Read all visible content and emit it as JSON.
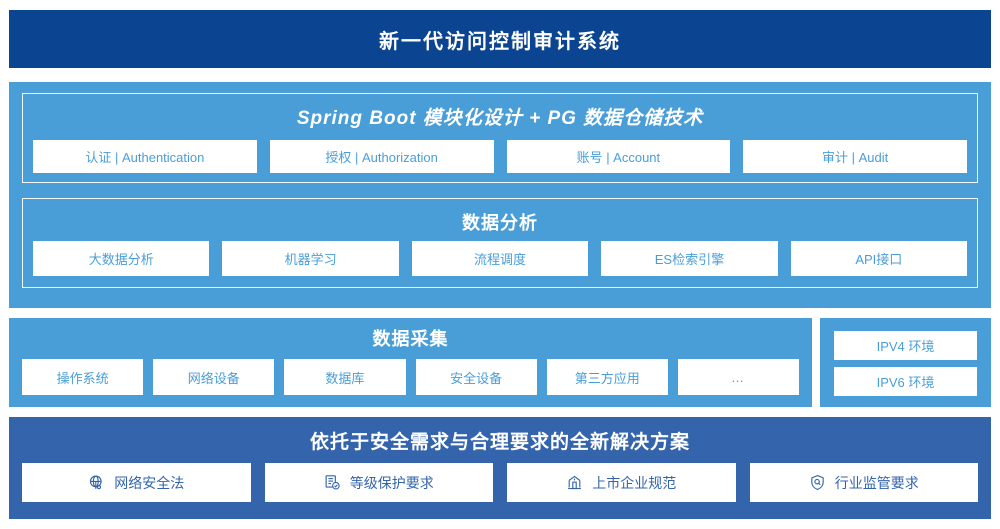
{
  "header": {
    "title": "新一代访问控制审计系统",
    "bg_color": "#0b4490"
  },
  "colors": {
    "light_blue": "#4a9ed8",
    "dark_blue": "#3465ac",
    "navy": "#0b4490",
    "chip_bg": "#ffffff"
  },
  "sections": {
    "platform": {
      "title": "Spring Boot 模块化设计 + PG 数据仓储技术",
      "items": [
        {
          "label": "认证 | Authentication"
        },
        {
          "label": "授权 | Authorization"
        },
        {
          "label": "账号 | Account"
        },
        {
          "label": "审计 | Audit"
        }
      ]
    },
    "analysis": {
      "title": "数据分析",
      "items": [
        {
          "label": "大数据分析"
        },
        {
          "label": "机器学习"
        },
        {
          "label": "流程调度"
        },
        {
          "label": "ES检索引擎"
        },
        {
          "label": "API接口"
        }
      ]
    },
    "collection": {
      "title": "数据采集",
      "items": [
        {
          "label": "操作系统"
        },
        {
          "label": "网络设备"
        },
        {
          "label": "数据库"
        },
        {
          "label": "安全设备"
        },
        {
          "label": "第三方应用"
        },
        {
          "label": "…"
        }
      ]
    },
    "environment": {
      "items": [
        {
          "label": "IPV4 环境"
        },
        {
          "label": "IPV6 环境"
        }
      ]
    },
    "compliance": {
      "title": "依托于安全需求与合理要求的全新解决方案",
      "items": [
        {
          "label": "网络安全法",
          "icon": "globe-network-icon"
        },
        {
          "label": "等级保护要求",
          "icon": "document-check-icon"
        },
        {
          "label": "上市企业规范",
          "icon": "bank-building-icon"
        },
        {
          "label": "行业监管要求",
          "icon": "shield-search-icon"
        }
      ]
    }
  }
}
